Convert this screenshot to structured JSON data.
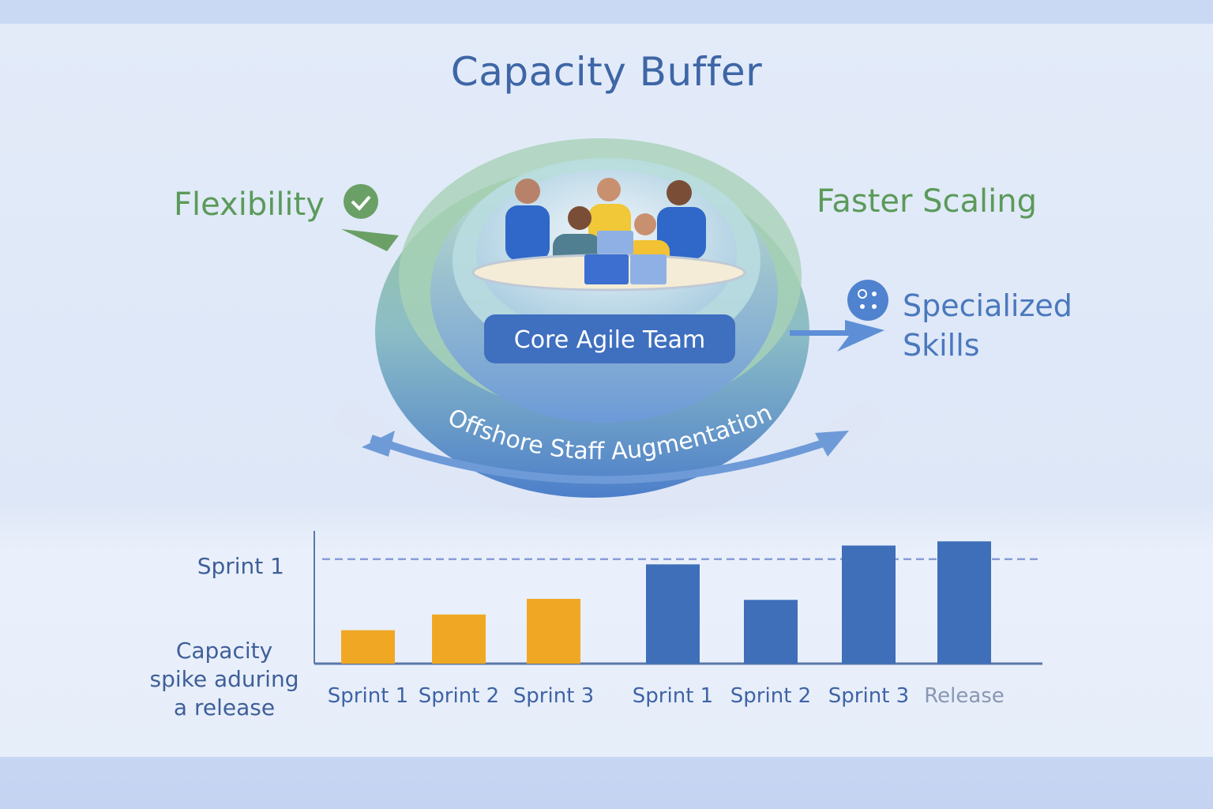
{
  "title": "Capacity Buffer",
  "labels": {
    "flexibility": "Flexibility",
    "faster_scaling": "Faster Scaling",
    "specialized_skills_line1": "Specialized",
    "specialized_skills_line2": "Skills",
    "core_team": "Core Agile Team",
    "offshore": "Offshore Staff Augmentation"
  },
  "icons": [
    "check-circle-icon",
    "skills-clock-icon",
    "team-illustration",
    "curved-arrow-icon"
  ],
  "colors": {
    "title": "#3e66a6",
    "green": "#5b9a5a",
    "blue": "#3f6fbf",
    "orange": "#f0a824",
    "bar_blue": "#3e6fb8"
  },
  "chart_data": {
    "type": "bar",
    "title": "",
    "ylabel_lines": [
      "Capacity",
      "spike aduring",
      "a release"
    ],
    "reference_line": {
      "label": "Sprint 1",
      "value": 100,
      "style": "dashed"
    },
    "categories": [
      "Sprint 1",
      "Sprint 2",
      "Sprint 3",
      "Sprint 1",
      "Sprint 2",
      "Sprint 3",
      "Release"
    ],
    "values": [
      32,
      47,
      62,
      95,
      61,
      113,
      117
    ],
    "bar_colors": [
      "#f0a824",
      "#f0a824",
      "#f0a824",
      "#3e6fb8",
      "#3e6fb8",
      "#3e6fb8",
      "#3e6fb8"
    ],
    "ylim": [
      0,
      127
    ],
    "grid": false
  }
}
